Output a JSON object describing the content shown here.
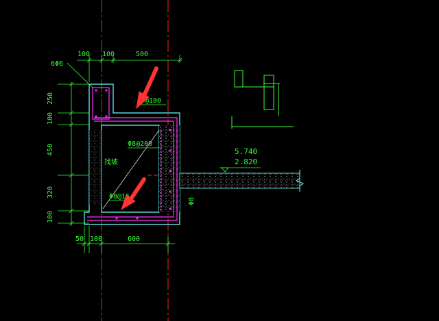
{
  "colors": {
    "background": "#000000",
    "dimension": "#33ff33",
    "centerline": "#ff2222",
    "outline": "#66ffff",
    "rebar": "#ff33ff",
    "hatch": "#cccccc",
    "arrow": "#ff3333",
    "detail": "#33ff33"
  },
  "top_dims": [
    "100",
    "100",
    "500"
  ],
  "bottom_dims": [
    "50",
    "100",
    "600"
  ],
  "left_dims": [
    "250",
    "100",
    "450",
    "320",
    "100"
  ],
  "labels": {
    "corner_bar": "6Φ6",
    "top_slab_bar": "@100",
    "wall_bar": "Φ8@200",
    "bottom_slab_bar": "Φ8@15",
    "side_note": "找坡",
    "wall_note": "Φ8",
    "elev_upper": "5.740",
    "elev_lower": "2.820"
  }
}
